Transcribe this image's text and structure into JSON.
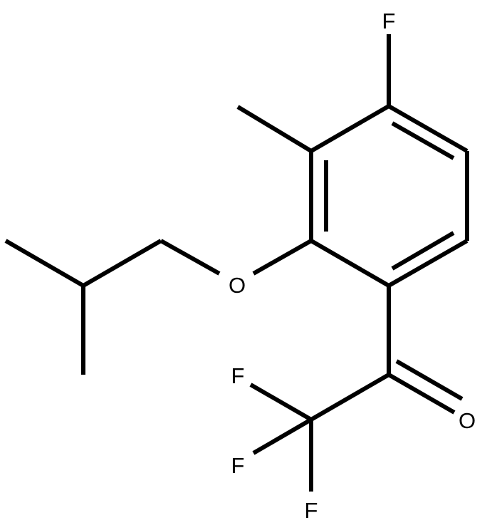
{
  "structure": {
    "atoms": {
      "F_top": "F",
      "O_ether": "O",
      "O_carbonyl": "O",
      "F_cf3_1": "F",
      "F_cf3_2": "F",
      "F_cf3_3": "F"
    },
    "bond_color": "#000000",
    "background": "#ffffff"
  }
}
